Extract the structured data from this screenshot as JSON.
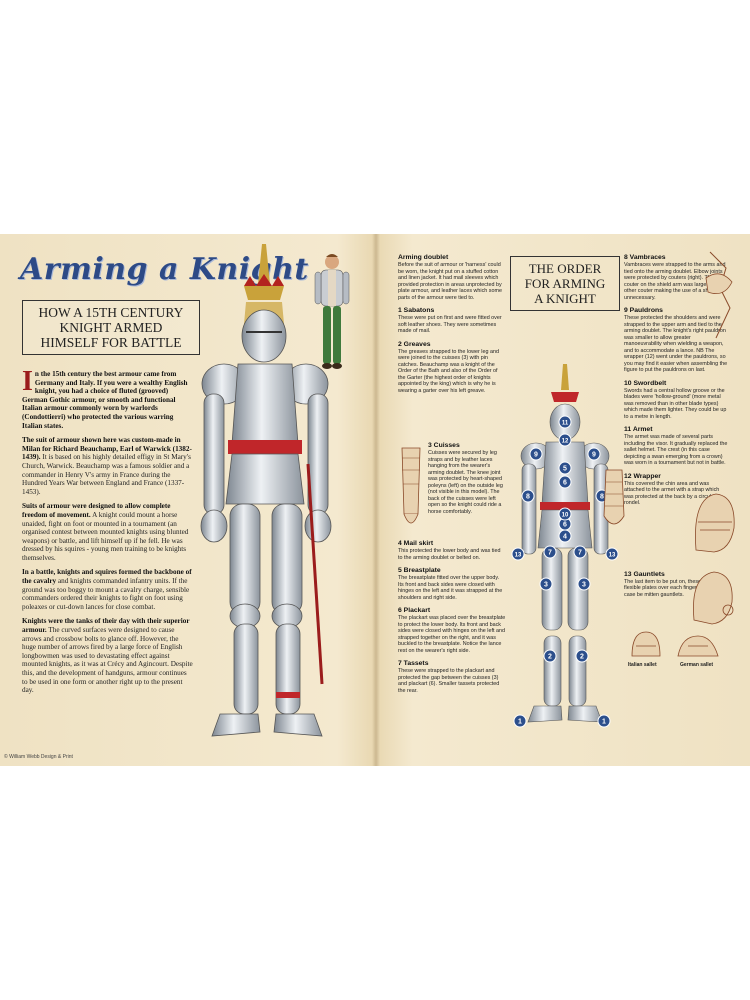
{
  "left_page": {
    "title": "Arming a Knight",
    "subtitle_lines": [
      "HOW A 15TH CENTURY",
      "KNIGHT  ARMED",
      "HIMSELF FOR BATTLE"
    ],
    "intro_paragraphs": [
      {
        "dropcap": "I",
        "bold": "n the 15th century the best armour came from Germany and Italy. If you were a wealthy English knight, you had a choice of fluted (grooved) German Gothic armour, or smooth and functional Italian armour commonly worn by warlords (Condottierri) who protected the various warring Italian states.",
        "text": ""
      },
      {
        "bold": "The suit of armour shown here was custom-made in Milan for Richard Beauchamp, Earl of Warwick (1382-1439).",
        "text": " It is based on his highly detailed effigy in St Mary's Church, Warwick. Beauchamp was a famous soldier and a commander in Henry V's army in France during the Hundred Years War between England and France (1337-1453)."
      },
      {
        "bold": "Suits of armour were designed to allow complete freedom of movement.",
        "text": " A knight could mount a horse unaided, fight on foot or mounted in a tournament (an organised contest between mounted knights using blunted weapons) or battle, and lift himself up if he fell. He was dressed by his squires - young men training to be knights themselves."
      },
      {
        "bold": "In a battle, knights and squires formed the backbone of the cavalry",
        "text": " and knights commanded infantry units. If the ground was too boggy to mount a cavalry charge, sensible commanders ordered their knights to fight on foot using poleaxes or cut-down lances for close combat."
      },
      {
        "bold": "Knights were the tanks of their day with their superior armour.",
        "text": " The curved surfaces were designed to cause arrows and crossbow bolts to glance off. However, the huge number of arrows fired by a large force of English longbowmen was used to devastating effect against mounted knights, as it was at Crécy and Agincourt. Despite this, and the development of handguns, armour continues to be used in one form or another right up to the present day."
      }
    ],
    "copyright": "© William Webb Design & Print"
  },
  "right_page": {
    "order_title_lines": [
      "THE ORDER",
      "FOR ARMING",
      "A KNIGHT"
    ],
    "column_a": [
      {
        "heading": "Arming doublet",
        "text": "Before the suit of armour or 'harness' could be worn, the knight put on a stuffed cotton and linen jacket. It had mail sleeves which provided protection in areas unprotected by plate armour, and leather laces which some parts of the armour were tied to."
      },
      {
        "heading": "1 Sabatons",
        "text": "These were put on first and were fitted over soft leather shoes. They were sometimes made of mail."
      },
      {
        "heading": "2 Greaves",
        "text": "The greaves strapped to the lower leg and were joined to the cuisses (3) with pin catches. Beauchamp was a knight of the Order of the Bath and also of the Order of the Garter (the highest order of knights appointed by the king) which is why he is wearing a garter over his left greave."
      }
    ],
    "column_a_sub": [
      {
        "heading": "3 Cuisses",
        "text": "Cuisses were secured by leg straps and by leather laces hanging from the wearer's arming doublet. The knee joint was protected by heart-shaped poleyns (left) on the outside leg (not visible in this model). The back of the cuisses were left open so the knight could ride a horse comfortably."
      }
    ],
    "column_a_rest": [
      {
        "heading": "4 Mail skirt",
        "text": "This protected the lower body and was tied to the arming doublet or belted on."
      },
      {
        "heading": "5 Breastplate",
        "text": "The breastplate fitted over the upper body. Its front and back sides were closed with hinges on the left and it was strapped at the shoulders and right side."
      },
      {
        "heading": "6 Plackart",
        "text": "The plackart was placed over the breastplate to protect the lower body. Its front and back sides were closed with hinges on the left and strapped together on the right, and it was buckled to the breastplate. Notice the lance rest on the wearer's right side."
      },
      {
        "heading": "7 Tassets",
        "text": "These were strapped to the plackart and protected the gap between the cuisses (3) and plackart (6). Smaller tassets protected the rear."
      }
    ],
    "column_b": [
      {
        "heading": "8 Vambraces",
        "text": "Vambraces were strapped to the arms and tied onto the arming doublet. Elbow joints were protected by couters (right). The couter on the shield arm was larger than the other couter making the use of a shield unnecessary."
      },
      {
        "heading": "9 Pauldrons",
        "text": "These protected the shoulders and were strapped to the upper arm and tied to the arming doublet. The knight's right pauldron was smaller to allow greater manoeuvrability when wielding a weapon, and to accommodate a lance. NB The wrapper (12) went under the pauldrons, so you may find it easier when assembling the figure to put the pauldrons on last."
      },
      {
        "heading": "10 Swordbelt",
        "text": "Swords had a central hollow groove or the blades were 'hollow-ground' (more metal was removed than in other blade types) which made them lighter. They could be up to a metre in length."
      },
      {
        "heading": "11 Armet",
        "text": "The armet was made of several parts including the visor. It gradually replaced the sallet helmet. The crest (in this case depicting a swan emerging from a crown) was worn in a tournament but not in battle."
      },
      {
        "heading": "12 Wrapper",
        "text": "This covered the chin area and was attached to the armet with a strap which was protected at the back by a circular rondel."
      },
      {
        "heading": "13 Gauntlets",
        "text": "The last item to be put on, these could have flexible plates over each finger, or, as in this case be mitten gauntlets."
      }
    ],
    "sallet_labels": [
      "Italian sallet",
      "German sallet"
    ],
    "markers": [
      "1",
      "1",
      "2",
      "2",
      "3",
      "3",
      "4",
      "5",
      "6",
      "6",
      "7",
      "7",
      "8",
      "8",
      "9",
      "9",
      "10",
      "11",
      "12",
      "13",
      "13"
    ]
  },
  "colors": {
    "title_blue": "#2d4a86",
    "dropcap_red": "#9b1c1c",
    "marker_blue": "#2c4f8c",
    "parchment": "#f4e9cf"
  }
}
